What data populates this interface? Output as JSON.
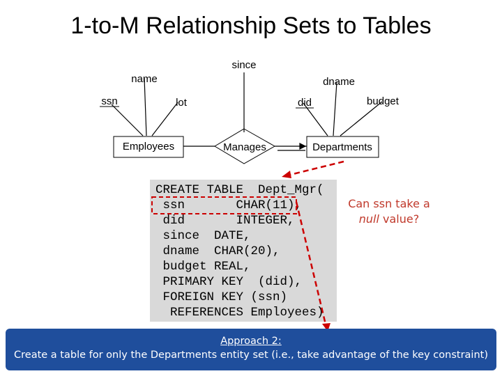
{
  "title": "1-to-M Relationship Sets to Tables",
  "er": {
    "attributes": {
      "since": "since",
      "name": "name",
      "dname": "dname",
      "ssn": "ssn",
      "lot": "lot",
      "did": "did",
      "budget": "budget"
    },
    "entities": {
      "employees": "Employees",
      "departments": "Departments"
    },
    "relationship": "Manages"
  },
  "sql": {
    "lines": [
      "CREATE TABLE  Dept_Mgr(",
      " ssn       CHAR(11),",
      " did       INTEGER,",
      " since  DATE,",
      " dname  CHAR(20),",
      " budget REAL,",
      " PRIMARY KEY  (did),",
      " FOREIGN KEY (ssn)",
      "  REFERENCES Employees)"
    ]
  },
  "question": {
    "line1": "Can ssn take a",
    "line2_italic": "null",
    "line2_rest": " value?"
  },
  "approach": {
    "heading": "Approach 2:",
    "text": "Create a table for only the Departments entity set (i.e., take advantage of the key constraint)"
  },
  "colors": {
    "sql_bg": "#d9d9d9",
    "question": "#c0392b",
    "banner": "#1f4e9c",
    "dashed": "#cc0000"
  }
}
